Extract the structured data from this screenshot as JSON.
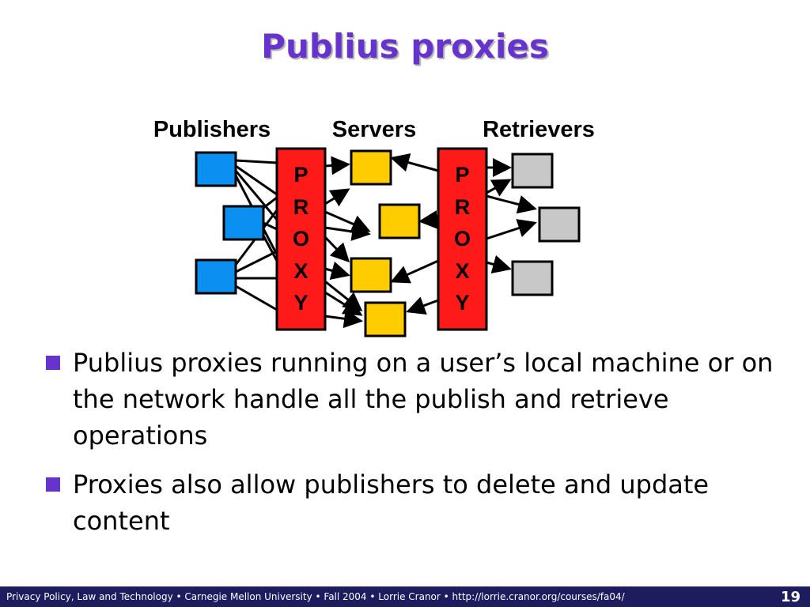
{
  "slide": {
    "title": "Publius proxies",
    "diagram": {
      "columns": [
        "Publishers",
        "Servers",
        "Retrievers"
      ],
      "proxy_letters": [
        "P",
        "R",
        "O",
        "X",
        "Y"
      ],
      "colors": {
        "publisher": "#0b8ff0",
        "server": "#ffcc00",
        "retriever": "#c8c8c8",
        "proxy": "#ff1a1a"
      }
    },
    "bullets": [
      "Publius proxies running on a user’s local machine or on the network handle all the publish and retrieve operations",
      "Proxies also allow publishers to delete and update content"
    ],
    "footer": {
      "text": "Privacy Policy, Law and Technology  •  Carnegie Mellon University  •  Fall 2004  •  Lorrie Cranor  •  http://lorrie.cranor.org/courses/fa04/",
      "page_number": "19"
    },
    "colors": {
      "title": "#6633cc",
      "bullet_marker": "#6633cc",
      "footer_background": "#1c1c5e"
    }
  }
}
